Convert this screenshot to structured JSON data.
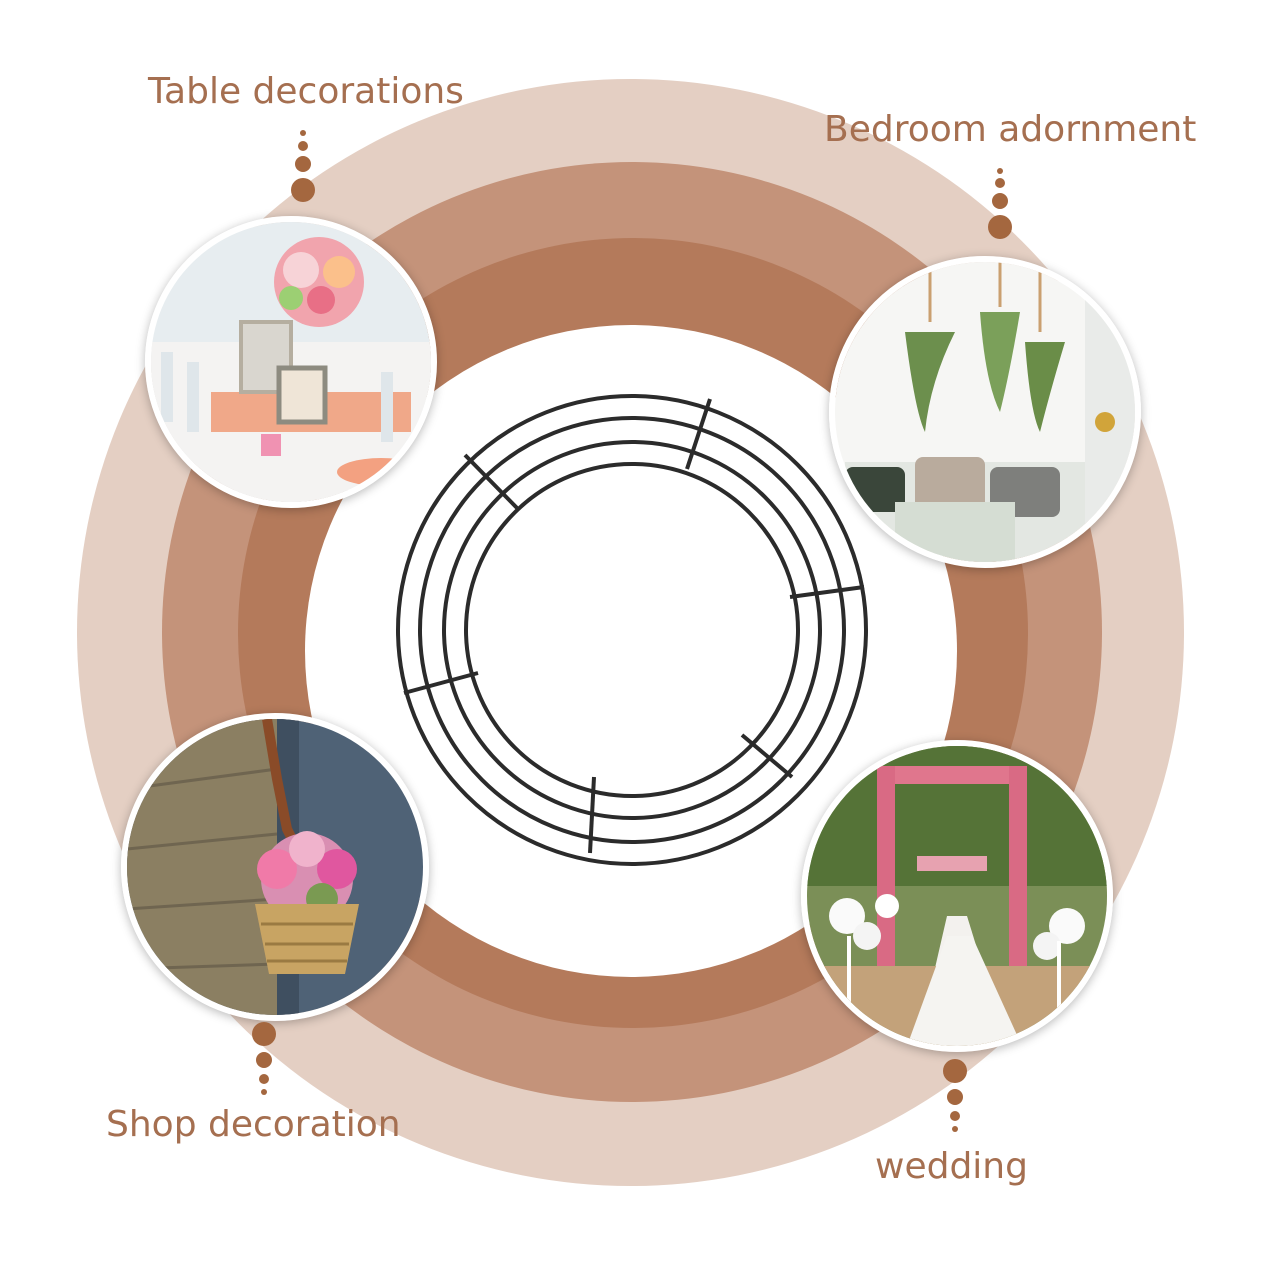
{
  "labels": {
    "table": "Table decorations",
    "bedroom": "Bedroom adornment",
    "shop": "Shop decoration",
    "wedding": "wedding"
  },
  "colors": {
    "outer_ring": "#e4cfc3",
    "middle_ring": "#c4937a",
    "inner_ring": "#b47a5b",
    "label_text": "#a56f50",
    "dots": "#a4673f",
    "wire": "#2b2b2b",
    "background": "#ffffff"
  },
  "photos": [
    {
      "name": "table-decorations-photo",
      "subject": "table centerpiece with pink and peach flowers"
    },
    {
      "name": "bedroom-adornment-photo",
      "subject": "hanging plants over a bed with pillows"
    },
    {
      "name": "shop-decoration-photo",
      "subject": "hanging flower basket on a brick wall"
    },
    {
      "name": "wedding-photo",
      "subject": "floral wedding arch with white aisle"
    }
  ],
  "product": {
    "icon": "wire-wreath-frame-icon"
  }
}
